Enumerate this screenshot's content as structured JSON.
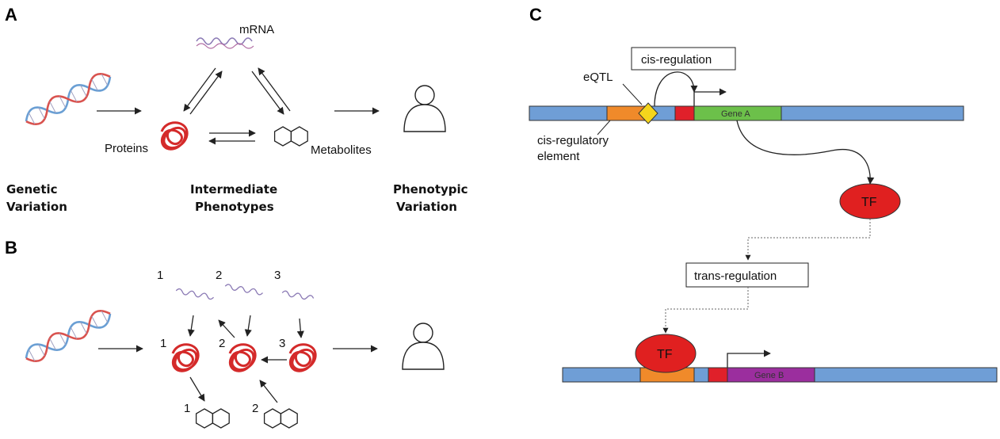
{
  "panels": {
    "a": "A",
    "b": "B",
    "c": "C"
  },
  "panel_a": {
    "mrna": "mRNA",
    "proteins": "Proteins",
    "metabolites": "Metabolites",
    "genetic_line1": "Genetic",
    "genetic_line2": "Variation",
    "intermediate_line1": "Intermediate",
    "intermediate_line2": "Phenotypes",
    "phenotypic_line1": "Phenotypic",
    "phenotypic_line2": "Variation"
  },
  "panel_b": {
    "mrna_numbers": [
      "1",
      "2",
      "3"
    ],
    "protein_numbers": [
      "1",
      "2",
      "3"
    ],
    "metabolite_numbers": [
      "1",
      "2"
    ]
  },
  "panel_c": {
    "cis_regulation": "cis-regulation",
    "eqtl": "eQTL",
    "gene_a": "Gene A",
    "cis_element_line1": "cis-regulatory",
    "cis_element_line2": "element",
    "tf": "TF",
    "trans_regulation": "trans-regulation",
    "gene_b": "Gene B"
  },
  "colors": {
    "dna_blue": "#6a9fd4",
    "dna_red": "#d9534f",
    "protein_red": "#d42a2a",
    "chromosome_blue": "#6f9ed6",
    "gene_a_green": "#6cc04a",
    "gene_b_purple": "#9b2e9e",
    "promoter_red": "#e0202a",
    "cis_orange": "#f08a2a",
    "eqtl_yellow": "#f5d51c",
    "tf_red": "#e02020"
  }
}
